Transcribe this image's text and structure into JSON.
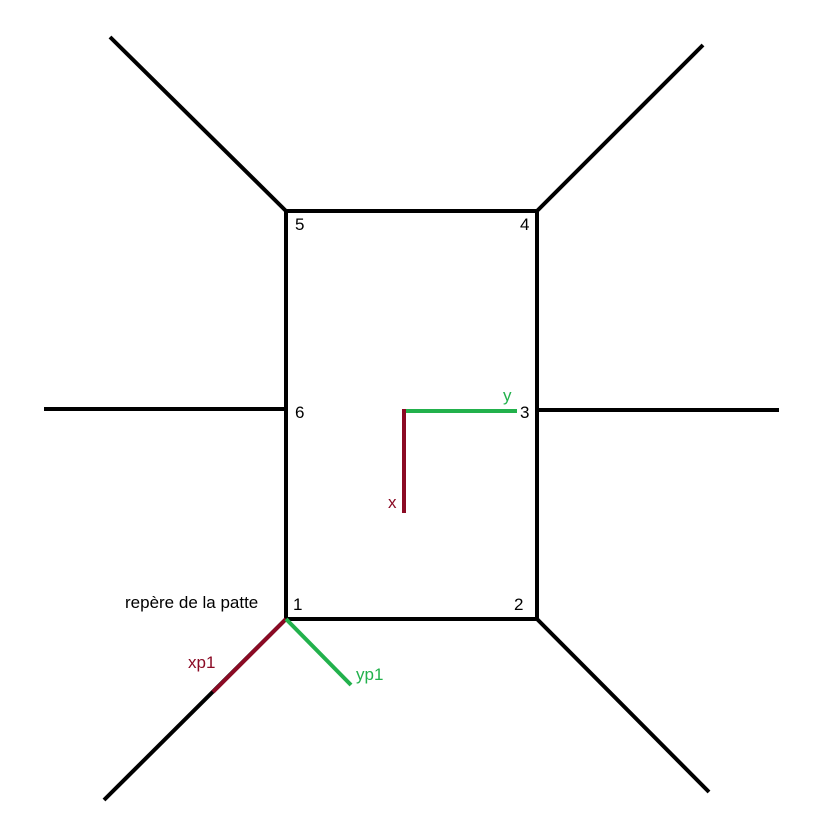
{
  "vertices": {
    "v1": "1",
    "v2": "2",
    "v3": "3",
    "v4": "4",
    "v5": "5",
    "v6": "6"
  },
  "body_frame": {
    "x_label": "x",
    "y_label": "y"
  },
  "leg_frame": {
    "caption": "repère de la patte",
    "xp1_label": "xp1",
    "yp1_label": "yp1"
  },
  "colors": {
    "structure": "#000000",
    "x_axis": "#8b0a24",
    "y_axis": "#22b14c",
    "text": "#000000"
  }
}
